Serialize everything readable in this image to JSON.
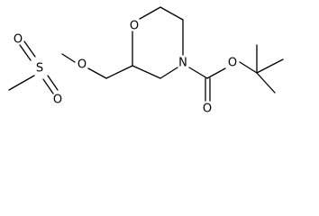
{
  "molecule": {
    "atom_labels": {
      "ring_oxygen": "O",
      "ring_nitrogen": "N",
      "sulfur": "S",
      "ester_oxygen_ms": "O",
      "sulfonyl_oxygen_upper": "O",
      "sulfonyl_oxygen_lower": "O",
      "carbonyl_oxygen": "O",
      "ester_oxygen_boc": "O"
    }
  }
}
